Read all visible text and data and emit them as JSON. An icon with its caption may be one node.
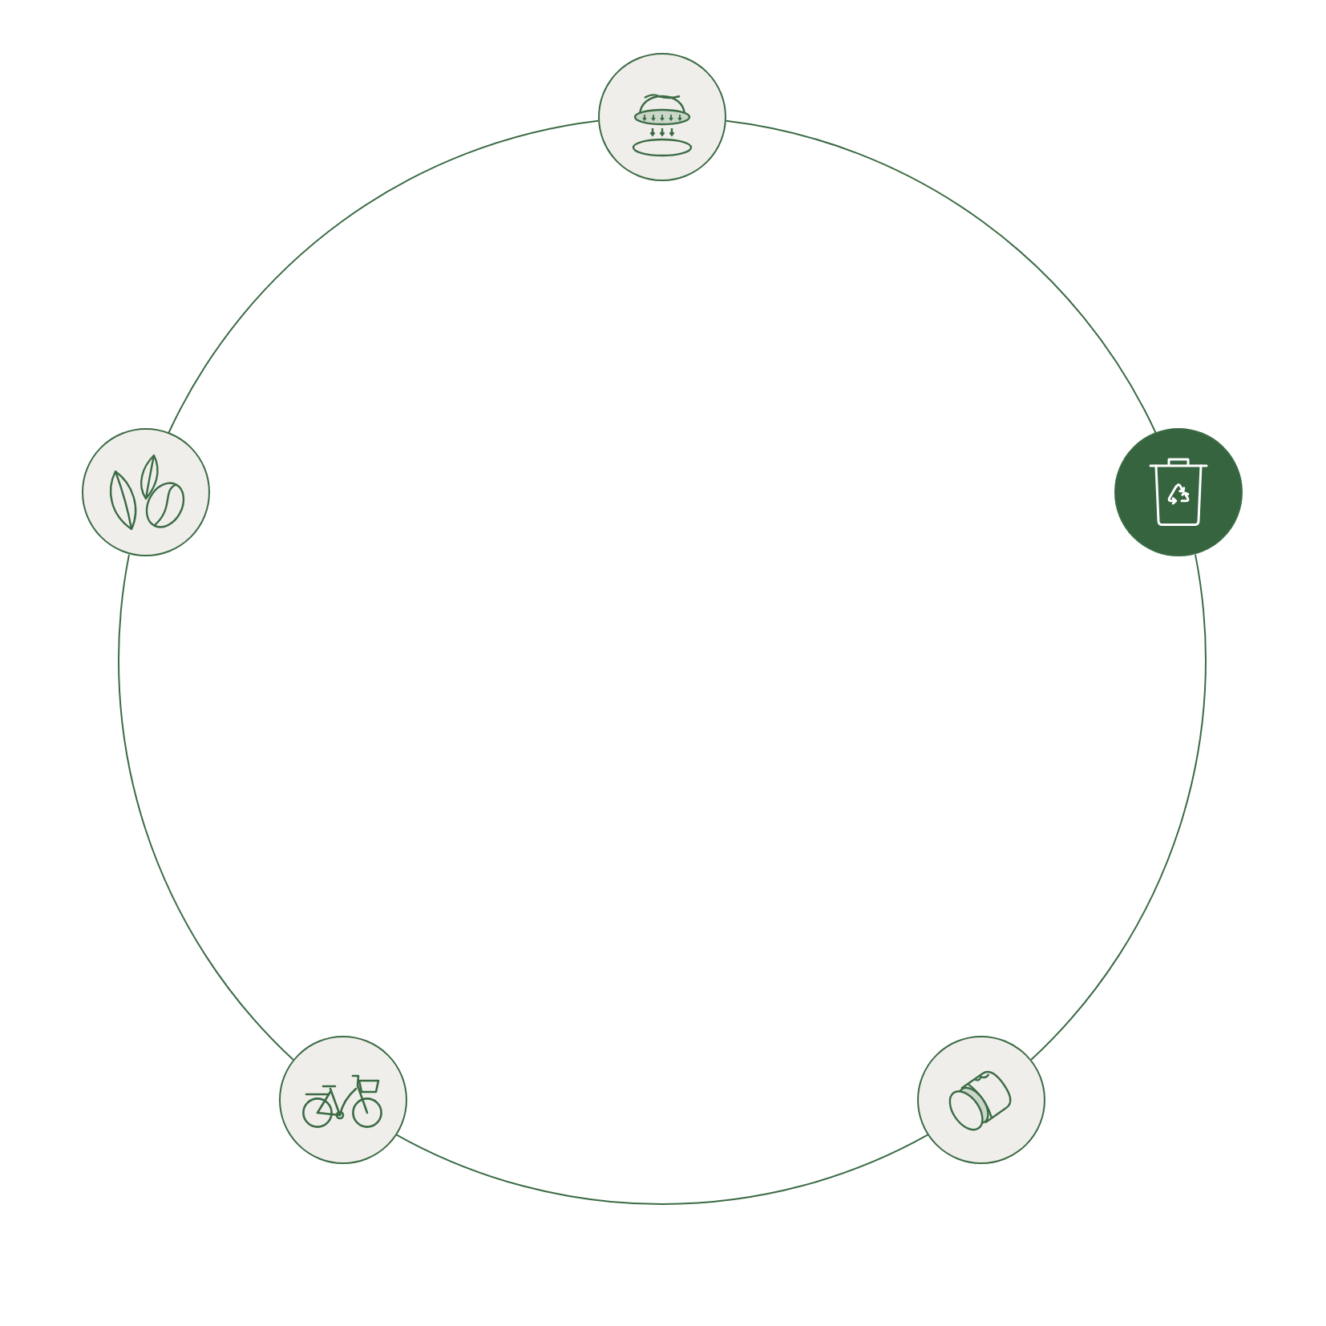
{
  "diagram": {
    "nodes": [
      {
        "text": [],
        "shape": "picture"
      },
      {
        "text": [],
        "shape": "picture"
      },
      {
        "text": [],
        "shape": "picture"
      },
      {
        "text": [],
        "shape": "picture"
      },
      {
        "text": [],
        "shape": "picture"
      }
    ],
    "edges": [
      {
        "from": 0,
        "to": 1,
        "arrow": "none"
      },
      {
        "from": 1,
        "to": 2,
        "arrow": "none"
      },
      {
        "from": 2,
        "to": 3,
        "arrow": "none"
      },
      {
        "from": 3,
        "to": 4,
        "arrow": "none"
      },
      {
        "from": 4,
        "to": 0,
        "arrow": "none"
      }
    ]
  }
}
